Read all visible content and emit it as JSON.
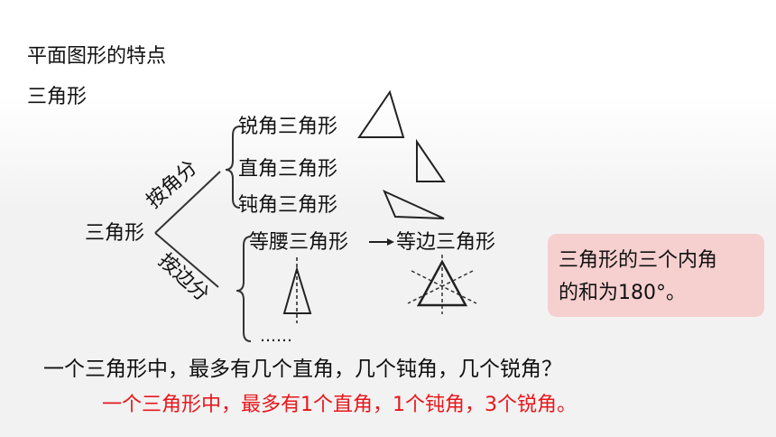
{
  "header": {
    "title": "平面图形的特点",
    "subtitle": "三角形"
  },
  "tree": {
    "root": "三角形",
    "branch_angle": "按角分",
    "branch_side": "按边分",
    "by_angle": [
      "锐角三角形",
      "直角三角形",
      "钝角三角形"
    ],
    "by_side": [
      "等腰三角形",
      "等边三角形"
    ],
    "ellipsis": "……"
  },
  "note": {
    "line1": "三角形的三个内角",
    "line2": "的和为180°。"
  },
  "question": "一个三角形中，最多有几个直角，几个钝角，几个锐角？",
  "answer": "一个三角形中，最多有1个直角，1个钝角，3个锐角。",
  "colors": {
    "answer": "#e8171b",
    "note_bg": "#f6cfcf"
  }
}
